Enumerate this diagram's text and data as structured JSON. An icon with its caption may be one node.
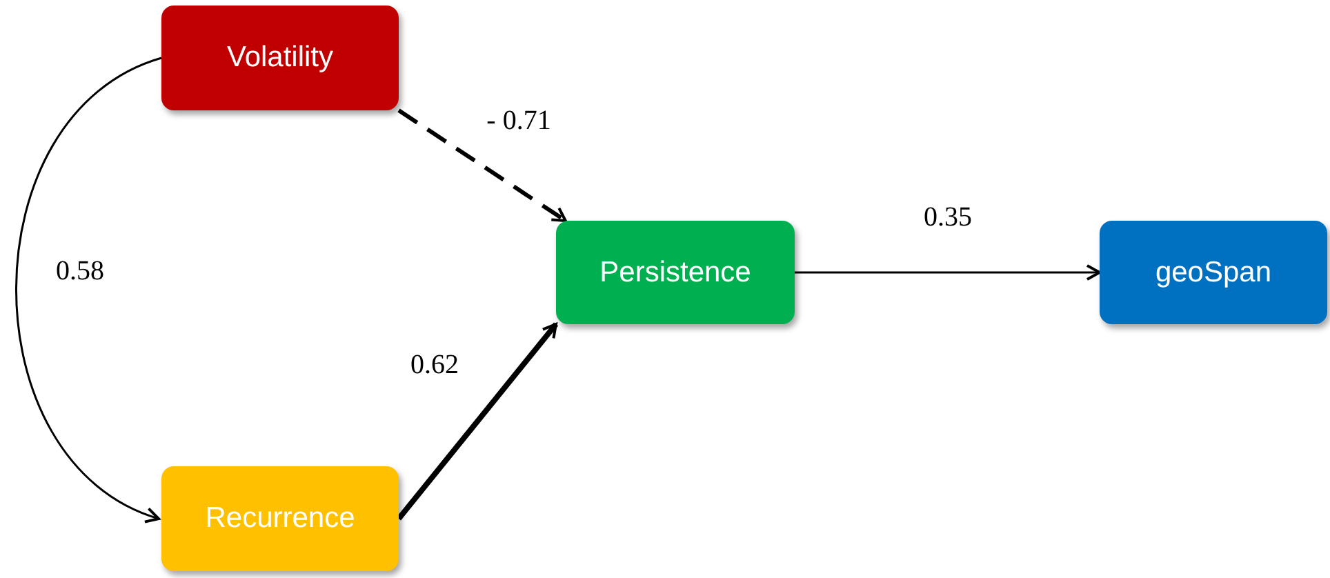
{
  "diagram": {
    "nodes": [
      {
        "text": [
          "Volatility"
        ]
      },
      {
        "text": [
          "Persistence"
        ]
      },
      {
        "text": [
          "geoSpan"
        ]
      },
      {
        "text": [
          "Recurrence"
        ]
      }
    ],
    "edges": [
      {
        "from": 0,
        "to": 1,
        "arrow": "to",
        "label": "- 0.71",
        "style": "dashed"
      },
      {
        "from": 3,
        "to": 1,
        "arrow": "to",
        "label": "0.62",
        "style": "thick"
      },
      {
        "from": 1,
        "to": 2,
        "arrow": "to",
        "label": "0.35"
      },
      {
        "from": 0,
        "to": 3,
        "arrow": "to",
        "label": "0.58"
      }
    ]
  }
}
